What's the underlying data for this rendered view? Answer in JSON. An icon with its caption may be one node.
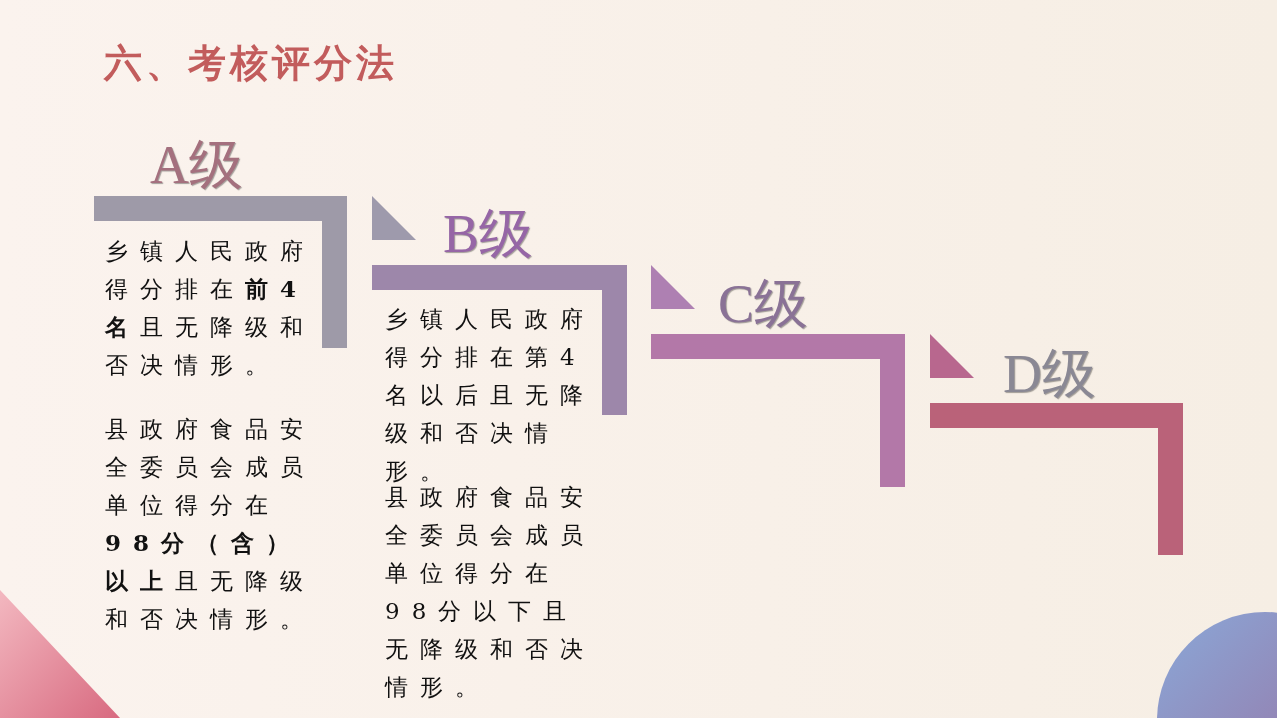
{
  "diagram": {
    "title": "六、考核评分法",
    "nodes": [
      {
        "text": [
          "A级",
          "乡镇人民政府得分排在**前4名**且无降级和否决情形。",
          "县政府食品安全委员会成员单位得分在**98分（含）以上**且无降级和否决情形。"
        ]
      },
      {
        "text": [
          "B级",
          "乡镇人民政府得分排在第4名以后且无降级和否决情形。",
          "县政府食品安全委员会成员单位得分在98分以下且无降级和否决情形。"
        ]
      },
      {
        "text": [
          "C级"
        ]
      },
      {
        "text": [
          "D级"
        ]
      }
    ]
  }
}
